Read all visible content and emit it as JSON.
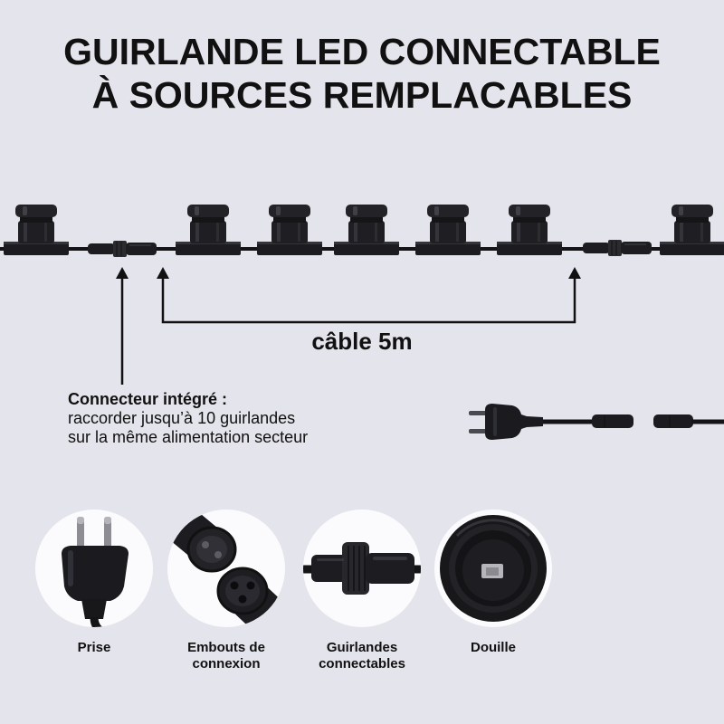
{
  "title": {
    "line1": "GUIRLANDE LED CONNECTABLE",
    "line2": "À SOURCES REMPLACABLES"
  },
  "cable_label": "câble 5m",
  "connector_note": {
    "heading": "Connecteur intégré :",
    "line1": "raccorder jusqu’à 10 guirlandes",
    "line2": "sur la même alimentation secteur"
  },
  "features": [
    {
      "label": [
        "Prise"
      ],
      "icon": "plug-icon"
    },
    {
      "label": [
        "Embouts de",
        "connexion"
      ],
      "icon": "connector-ends-icon"
    },
    {
      "label": [
        "Guirlandes",
        "connectables"
      ],
      "icon": "inline-connector-icon"
    },
    {
      "label": [
        "Douille"
      ],
      "icon": "socket-icon"
    }
  ],
  "colors": {
    "background": "#e4e4ec",
    "text": "#111111",
    "product": "#1c1c20",
    "circle": "#fbfbfd"
  }
}
